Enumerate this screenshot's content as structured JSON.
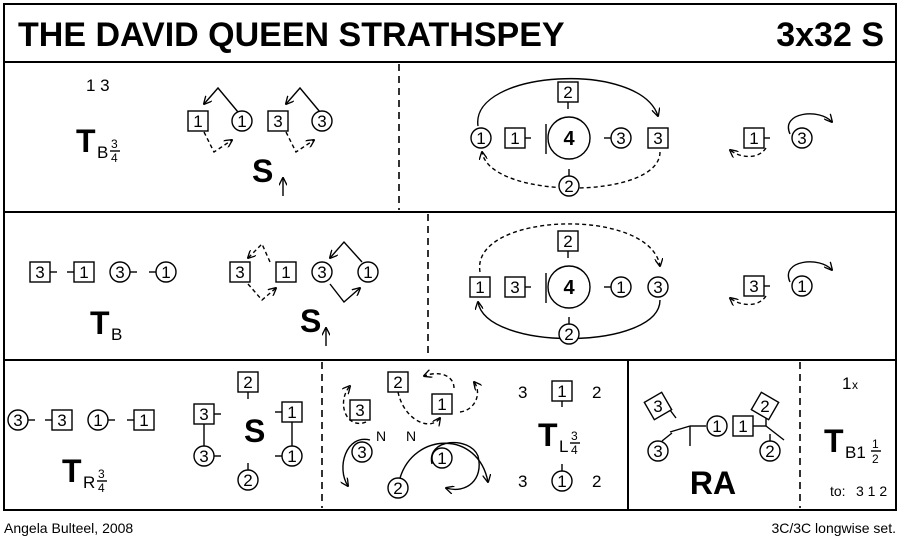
{
  "title": "THE DAVID QUEEN STRATHSPEY",
  "format": "3x32 S",
  "author": "Angela Bulteel, 2008",
  "set_info": "3C/3C longwise set.",
  "labels": {
    "pos_13": "1 3",
    "one_x": "1",
    "x_mark": "x",
    "to": "to:",
    "to_order": "3 1 2",
    "n": "N",
    "ra": "RA",
    "s": "S",
    "t": "T",
    "b": "B",
    "r": "R",
    "l": "L",
    "b1": "B1",
    "num1": "1",
    "num2": "2",
    "num3": "3",
    "num4": "4",
    "frac_3": "3",
    "frac_4": "4",
    "frac_1": "1",
    "frac_2": "2"
  }
}
